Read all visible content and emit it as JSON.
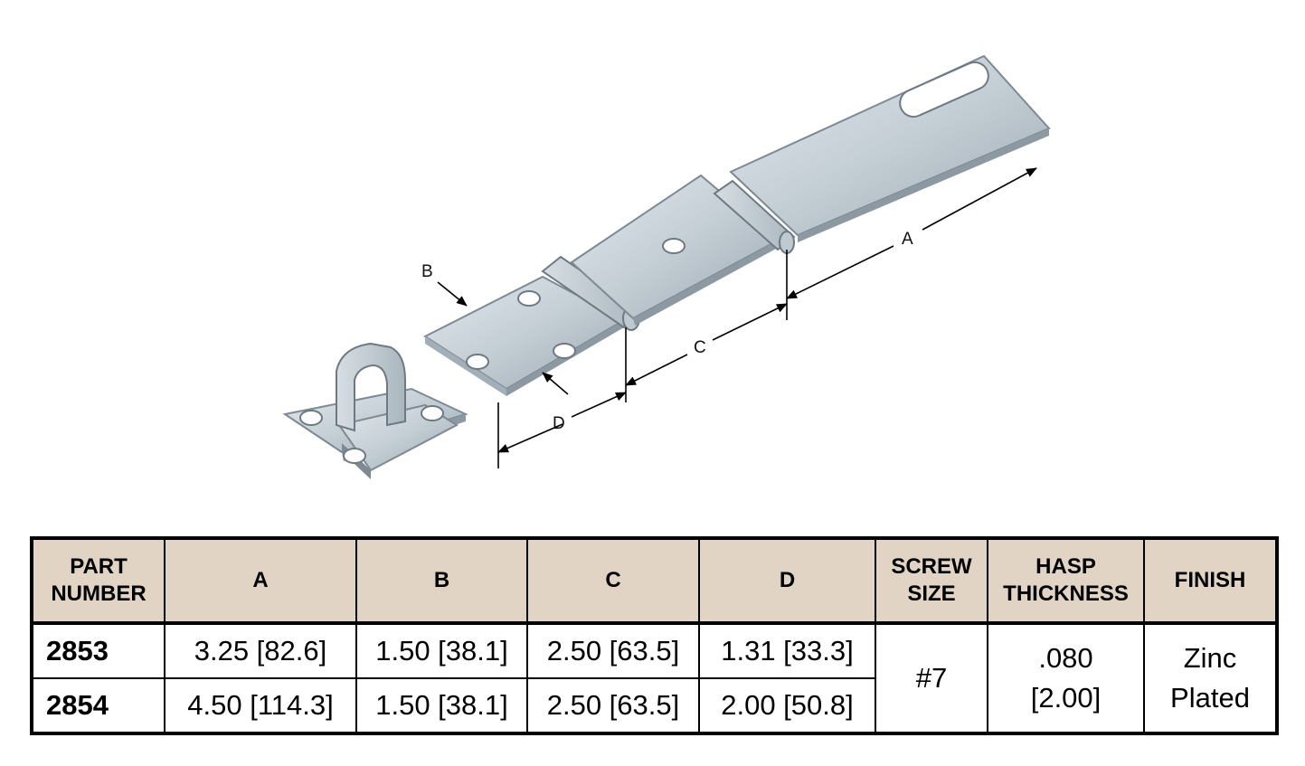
{
  "drawing": {
    "labels": {
      "a": "A",
      "b": "B",
      "c": "C",
      "d": "D"
    }
  },
  "table": {
    "headers": {
      "part": [
        "PART",
        "NUMBER"
      ],
      "a": "A",
      "b": "B",
      "c": "C",
      "d": "D",
      "screw": [
        "SCREW",
        "SIZE"
      ],
      "hasp": [
        "HASP",
        "THICKNESS"
      ],
      "finish": "FINISH"
    },
    "rows": [
      {
        "part": "2853",
        "a": "3.25 [82.6]",
        "b": "1.50 [38.1]",
        "c": "2.50 [63.5]",
        "d": "1.31 [33.3]"
      },
      {
        "part": "2854",
        "a": "4.50 [114.3]",
        "b": "1.50 [38.1]",
        "c": "2.50 [63.5]",
        "d": "2.00 [50.8]"
      }
    ],
    "shared": {
      "screw": "#7",
      "hasp": [
        ".080",
        "[2.00]"
      ],
      "finish": [
        "Zinc",
        "Plated"
      ]
    }
  },
  "colors": {
    "header_bg": "#e2d4c5",
    "metal_light": "#cfd7dd",
    "metal_mid": "#aab6bf",
    "metal_dark": "#7e8a93"
  }
}
